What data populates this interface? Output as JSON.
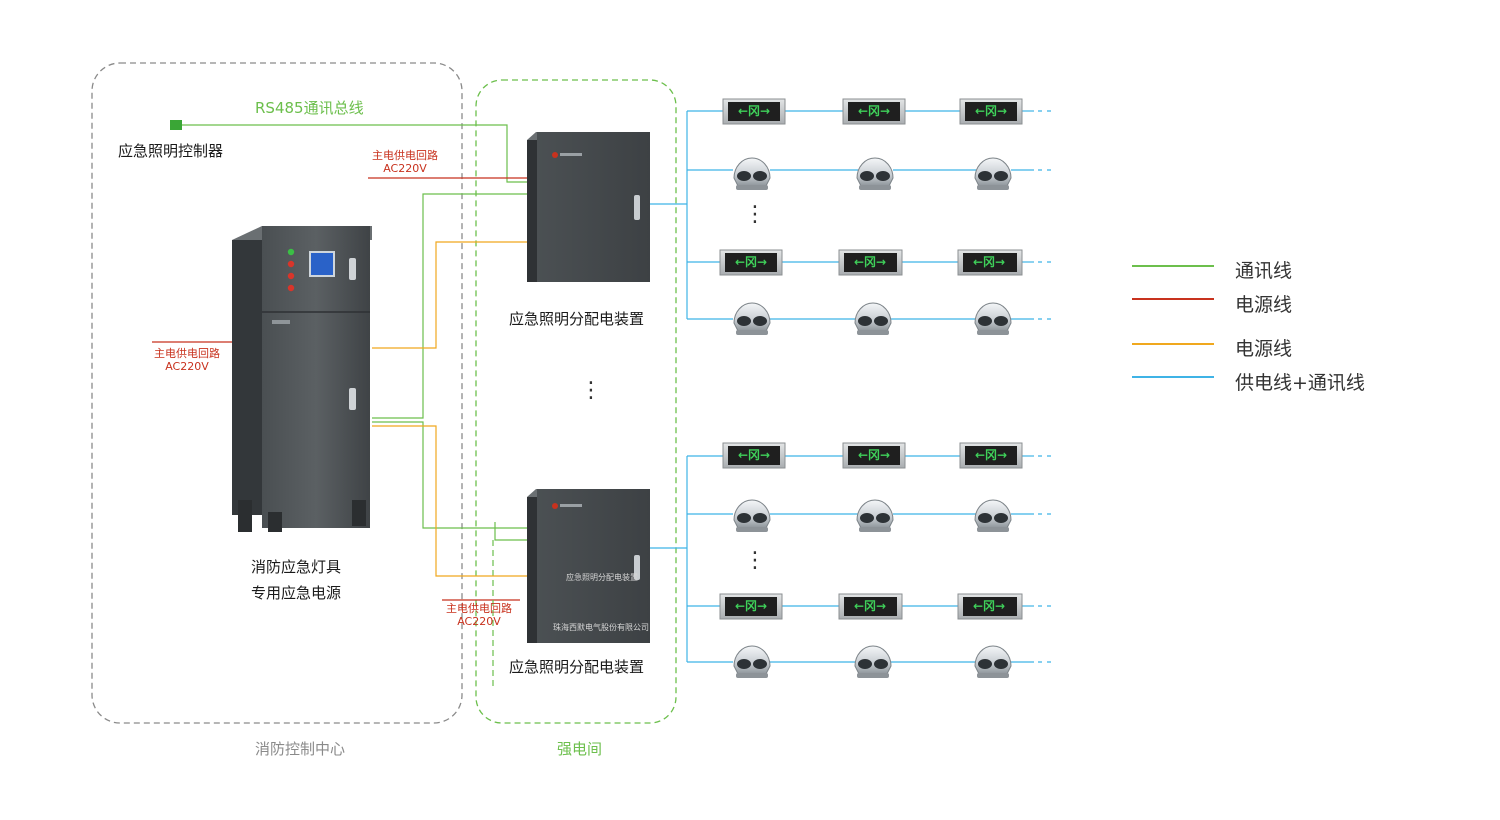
{
  "zones": {
    "fire_control_center": "消防控制中心",
    "electrical_room": "强电间"
  },
  "bus_label": "RS485通讯总线",
  "controller_label": "应急照明控制器",
  "power_supply": {
    "line1": "消防应急灯具",
    "line2": "专用应急电源"
  },
  "mains_label": {
    "line1": "主电供电回路",
    "line2": "AC220V"
  },
  "distribution_box_label": "应急照明分配电装置",
  "distribution_box_panel": {
    "title": "应急照明分配电装置",
    "maker": "珠海西默电气股份有限公司"
  },
  "exit_sign_text": "←冈→",
  "ellipsis": "⋮",
  "legend": [
    {
      "label": "通讯线",
      "color": "#6cbf4c"
    },
    {
      "label": "电源线",
      "color": "#c8321e"
    },
    {
      "label": "电源线",
      "color": "#f0a81e"
    },
    {
      "label": "供电线+通讯线",
      "color": "#3fb3e6"
    }
  ],
  "colors": {
    "comm": "#6cbf4c",
    "mains": "#c8321e",
    "power": "#f0a81e",
    "supply_comm": "#3fb3e6",
    "zone_border": "#8a8a8a",
    "zone_border_green": "#6cbf4c"
  }
}
